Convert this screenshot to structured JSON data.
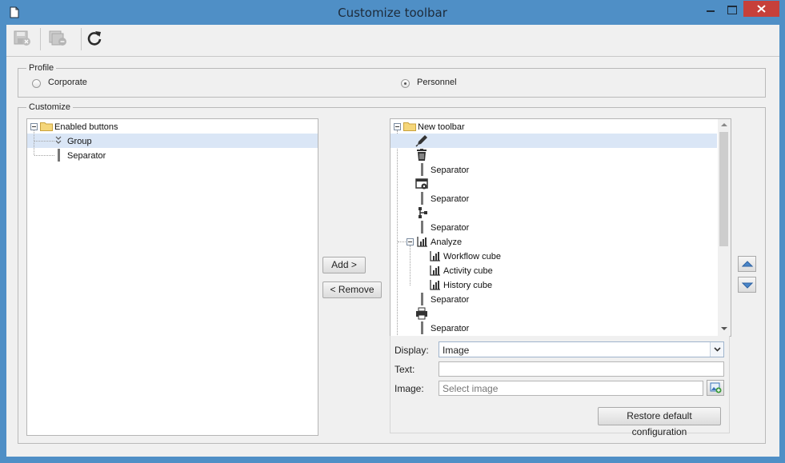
{
  "window": {
    "title": "Customize toolbar"
  },
  "toolbar": {
    "icons": [
      "save-close-icon",
      "save-new-icon",
      "refresh-icon"
    ]
  },
  "profile": {
    "legend": "Profile",
    "options": [
      {
        "label": "Corporate",
        "selected": false
      },
      {
        "label": "Personnel",
        "selected": true
      }
    ]
  },
  "customize": {
    "legend": "Customize",
    "left_tree": {
      "root": "Enabled buttons",
      "items": [
        {
          "label": "Group"
        },
        {
          "label": "Separator"
        }
      ]
    },
    "add_label": "Add >",
    "remove_label": "< Remove",
    "right_tree": {
      "root": "New toolbar",
      "items": [
        {
          "label": "",
          "icon": "pencil-icon"
        },
        {
          "label": "",
          "icon": "trash-icon"
        },
        {
          "label": "Separator"
        },
        {
          "label": "",
          "icon": "window-settings-icon"
        },
        {
          "label": "Separator"
        },
        {
          "label": "",
          "icon": "workflow-icon"
        },
        {
          "label": "Separator"
        },
        {
          "label": "Analyze",
          "icon": "chart-icon"
        },
        {
          "label": "Workflow cube",
          "icon": "chart-icon"
        },
        {
          "label": "Activity cube",
          "icon": "chart-icon"
        },
        {
          "label": "History cube",
          "icon": "chart-icon"
        },
        {
          "label": "Separator"
        },
        {
          "label": "",
          "icon": "printer-icon"
        },
        {
          "label": "Separator"
        }
      ]
    },
    "properties": {
      "display_label": "Display:",
      "display_value": "Image",
      "text_label": "Text:",
      "text_value": "",
      "image_label": "Image:",
      "image_placeholder": "Select image",
      "restore_label": "Restore default configuration"
    }
  }
}
